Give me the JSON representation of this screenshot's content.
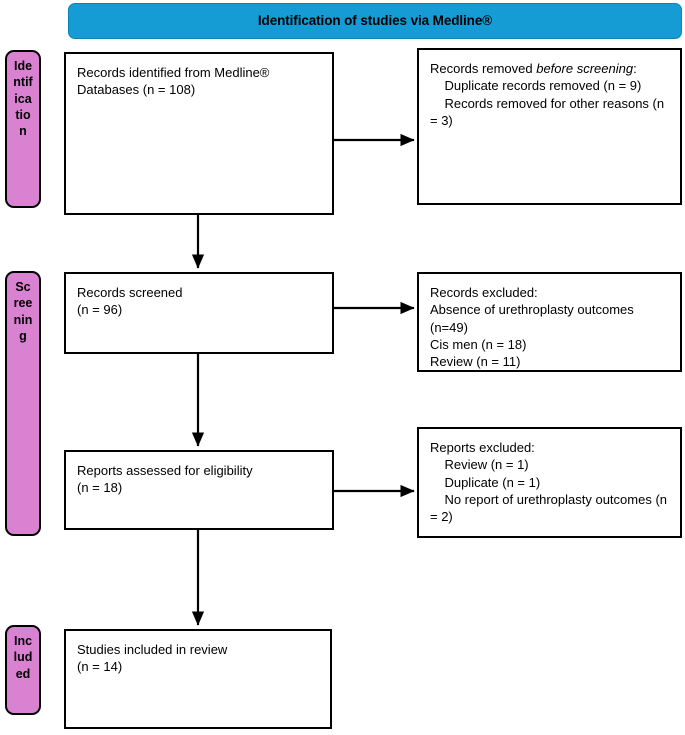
{
  "figure": {
    "type": "prisma-flow-diagram",
    "title": "Identification of studies via Medline®"
  },
  "colors": {
    "banner_blue": "#169CD4",
    "stage_pink": "#D982D1",
    "box_border": "#000000",
    "background": "#FFFFFF",
    "text": "#000000"
  },
  "banner": {
    "label": "Identification of studies via Medline®"
  },
  "stages": [
    {
      "key": "identification",
      "label": "Identification"
    },
    {
      "key": "screening",
      "label": "Screening"
    },
    {
      "key": "included",
      "label": "Included"
    }
  ],
  "nodes": {
    "identified": {
      "name": "records-identified",
      "text": "Records identified from Medline® Databases (n = 108)",
      "count_label": "n = 108",
      "count": 108
    },
    "removed_before_screening": {
      "name": "records-removed-before-screening",
      "heading_plain": "Records removed ",
      "heading_italic": "before screening",
      "heading_colon": ":",
      "items_text": "    Duplicate records removed (n = 9)\n    Records removed for other reasons (n = 3)",
      "items": [
        {
          "label": "Duplicate records removed",
          "count_label": "n = 9",
          "count": 9
        },
        {
          "label": "Records removed for other reasons",
          "count_label": "n = 3",
          "count": 3
        }
      ]
    },
    "screened": {
      "name": "records-screened",
      "text": "Records screened\n(n = 96)",
      "count_label": "n = 96",
      "count": 96
    },
    "records_excluded": {
      "name": "records-excluded",
      "text": "Records excluded:\nAbsence of urethroplasty outcomes (n=49)\nCis men (n = 18)\nReview (n = 11)",
      "heading": "Records excluded:",
      "items": [
        {
          "label": "Absence of urethroplasty outcomes",
          "count_label": "n=49",
          "count": 49
        },
        {
          "label": "Cis men",
          "count_label": "n = 18",
          "count": 18
        },
        {
          "label": "Review",
          "count_label": "n = 11",
          "count": 11
        }
      ]
    },
    "eligibility": {
      "name": "reports-assessed-for-eligibility",
      "text": "Reports assessed for eligibility\n(n = 18)",
      "count_label": "n = 18",
      "count": 18
    },
    "reports_excluded": {
      "name": "reports-excluded",
      "text": "Reports excluded:\n    Review (n = 1)\n    Duplicate (n = 1)\n    No report of urethroplasty outcomes (n = 2)",
      "heading": "Reports excluded:",
      "items": [
        {
          "label": "Review",
          "count_label": "n = 1",
          "count": 1
        },
        {
          "label": "Duplicate",
          "count_label": "n = 1",
          "count": 1
        },
        {
          "label": "No report of urethroplasty outcomes",
          "count_label": "n = 2",
          "count": 2
        }
      ]
    },
    "included": {
      "name": "studies-included-in-review",
      "text": "Studies included in review\n(n = 14)",
      "count_label": "n = 14",
      "count": 14
    }
  },
  "connectors": [
    {
      "name": "identified-to-removed",
      "from": "identified",
      "to": "removed_before_screening",
      "direction": "right"
    },
    {
      "name": "identified-to-screened",
      "from": "identified",
      "to": "screened",
      "direction": "down"
    },
    {
      "name": "screened-to-records-excluded",
      "from": "screened",
      "to": "records_excluded",
      "direction": "right"
    },
    {
      "name": "screened-to-eligibility",
      "from": "screened",
      "to": "eligibility",
      "direction": "down"
    },
    {
      "name": "eligibility-to-reports-excluded",
      "from": "eligibility",
      "to": "reports_excluded",
      "direction": "right"
    },
    {
      "name": "eligibility-to-included",
      "from": "eligibility",
      "to": "included",
      "direction": "down"
    }
  ]
}
